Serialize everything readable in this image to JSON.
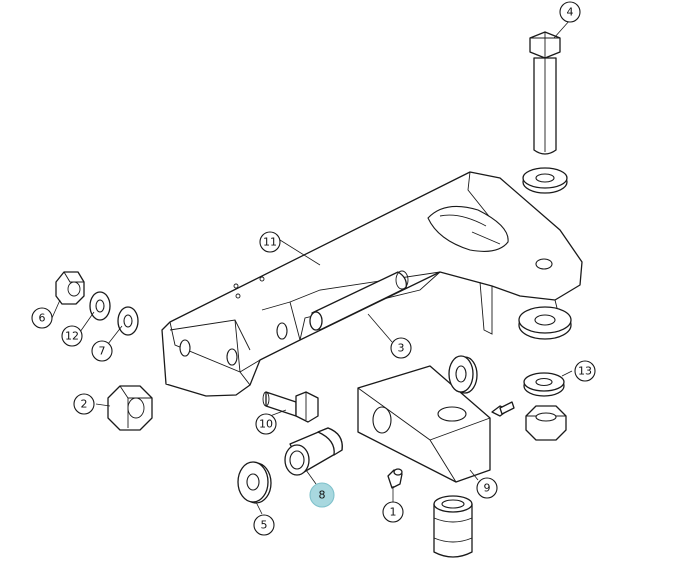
{
  "highlight_color": "#a8d8df",
  "line_color": "#1a1a1a",
  "callouts": {
    "c1": "1",
    "c2": "2",
    "c3": "3",
    "c4": "4",
    "c5": "5",
    "c6": "6",
    "c7": "7",
    "c8": "8",
    "c9": "9",
    "c10": "10",
    "c11": "11",
    "c12": "12",
    "c13": "13"
  },
  "highlighted_callout": "8"
}
